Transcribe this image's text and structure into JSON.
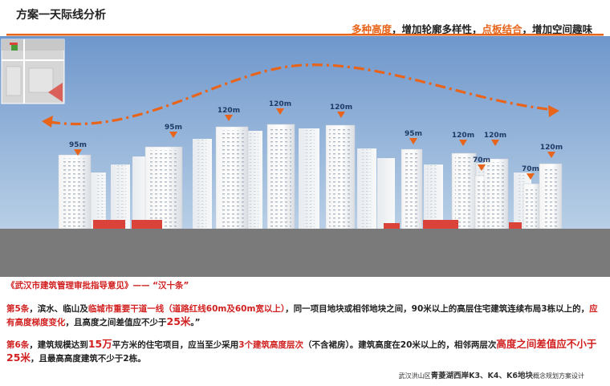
{
  "header": {
    "title": "方案一天际线分析",
    "slogan_part1": "多种高度",
    "slogan_part2": "，增加轮廓多样性，",
    "slogan_part3": "点板结合",
    "slogan_part4": "，增加空间趣味"
  },
  "colors": {
    "accent": "#e8641a",
    "red_text": "#d22020",
    "sky": "#8aaed6",
    "ground": "#7a7a7a"
  },
  "icons": [
    "curve-arrow-left-icon",
    "curve-arrow-right-icon",
    "height-marker-icon"
  ],
  "skyline": {
    "labels": [
      "95m",
      "95m",
      "120m",
      "120m",
      "120m",
      "95m",
      "120m",
      "120m",
      "70m",
      "70m",
      "120m"
    ]
  },
  "regulation": {
    "heading": "《武汉市建筑管理审批指导意见》——  “汉十条”",
    "rule5_prefix": "第5条",
    "rule5_t1": "，滨水、临山及",
    "rule5_t2": "临城市重要干道一线（道路红线60m及60m宽以上）",
    "rule5_t3": "，同一项目地块或相邻地块之间，90米以上的高层住宅建筑连续布局3栋以上的，",
    "rule5_t4": "应有高度梯度变化",
    "rule5_t5": "，且高度之间差值应不少于",
    "rule5_t6": "25米",
    "rule5_t7": "。”",
    "rule6_prefix": "第6条",
    "rule6_t1": "，建筑规模达到",
    "rule6_t2": "15万",
    "rule6_t3": "平方米的住宅项目，应当至少采用",
    "rule6_t4": "3个建筑高度层次",
    "rule6_t5": "（不含裙房）。建筑高度在20米以上的，相邻两层次",
    "rule6_t6": "高度之间差值应不小于25米",
    "rule6_t7": "，且最高高度建筑不少于2栋。"
  },
  "footer": {
    "prefix": "武汉洪山区",
    "strong": "青菱湖西岸K3、K4、K6地块",
    "suffix": "概念规划方案设计"
  }
}
